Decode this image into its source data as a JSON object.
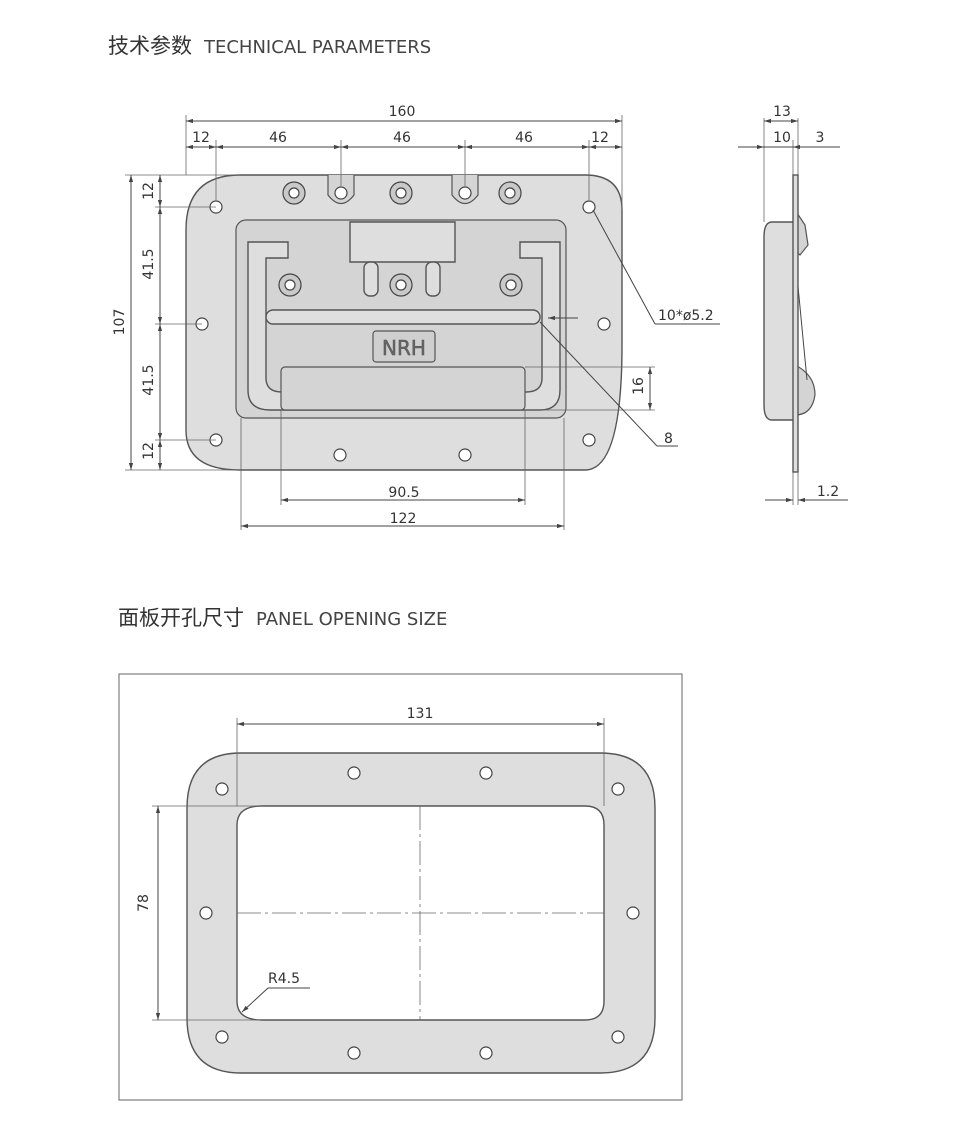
{
  "sections": {
    "technical": {
      "title_cn": "技术参数",
      "title_en": "TECHNICAL PARAMETERS"
    },
    "panel": {
      "title_cn": "面板开孔尺寸",
      "title_en": "PANEL OPENING SIZE"
    }
  },
  "front_view": {
    "dims": {
      "overall_width": "160",
      "edge_left": "12",
      "pitch_1": "46",
      "pitch_2": "46",
      "pitch_3": "46",
      "edge_right": "12",
      "overall_height": "107",
      "v_edge_top": "12",
      "v_pitch_top": "41.5",
      "v_pitch_bottom": "41.5",
      "v_edge_bottom": "12",
      "holes": "10*ø5.2",
      "handle_depth": "16",
      "handle_dia": "8",
      "grip_length": "90.5",
      "handle_width": "122"
    },
    "logo": "NRH"
  },
  "side_view": {
    "dims": {
      "total_depth": "13",
      "body_depth": "10",
      "flange_offset": "3",
      "plate_thickness": "1.2"
    }
  },
  "panel_view": {
    "dims": {
      "cutout_width": "131",
      "cutout_height": "78",
      "corner_radius": "R4.5"
    }
  },
  "colors": {
    "line": "#444444",
    "part_fill": "#dedede",
    "background": "#ffffff"
  }
}
